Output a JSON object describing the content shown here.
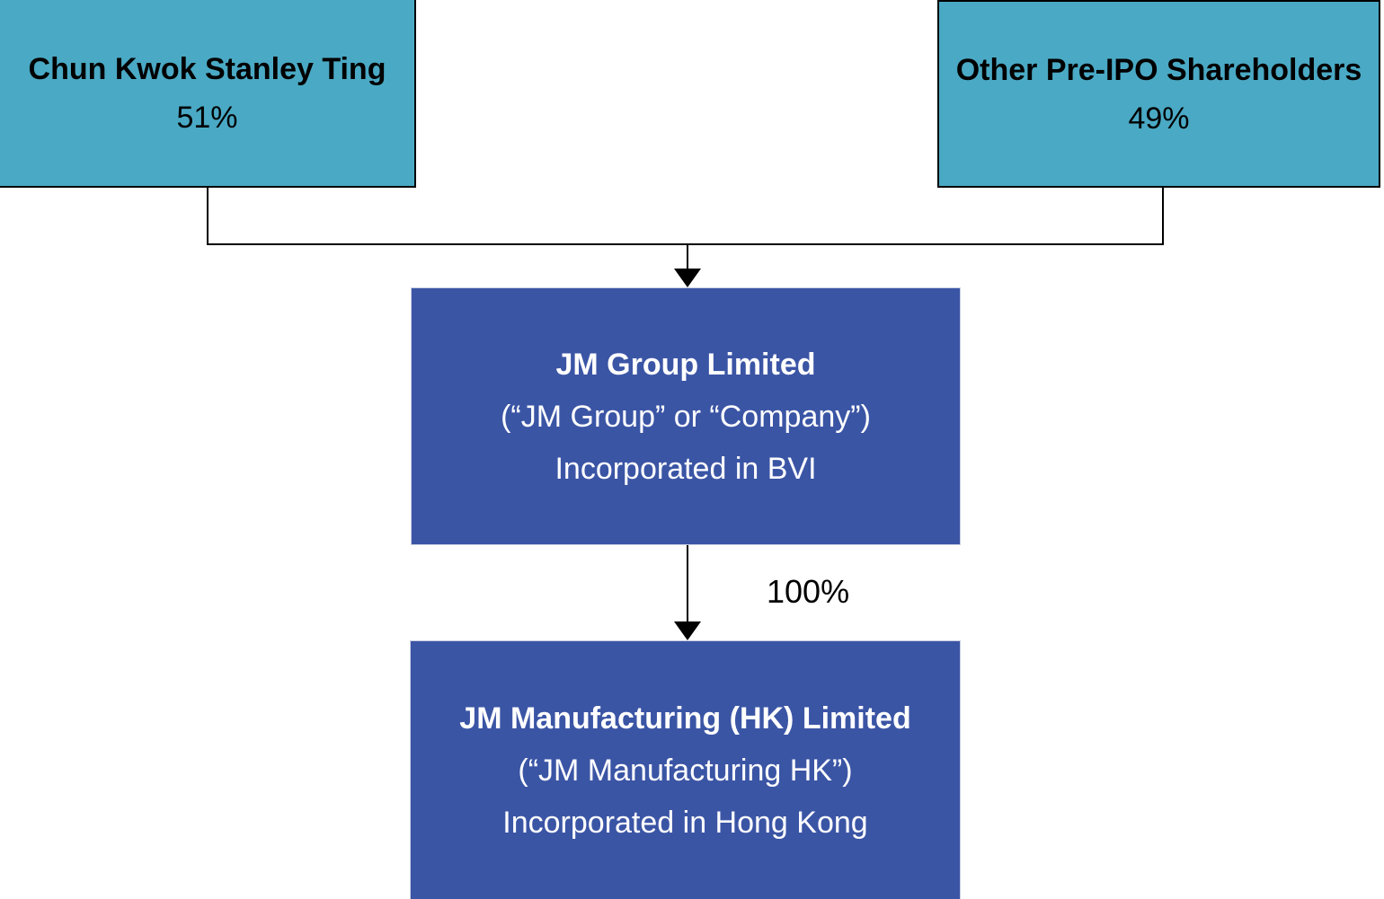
{
  "colors": {
    "shareholder_fill": "#4AA9C4",
    "company_fill": "#3B55A5",
    "line": "#000000",
    "shareholder_text": "#000000",
    "company_text": "#FFFFFF"
  },
  "nodes": {
    "ting": {
      "name": "Chun Kwok Stanley Ting",
      "share": "51%"
    },
    "other": {
      "name": "Other Pre-IPO Shareholders",
      "share": "49%"
    },
    "group": {
      "name": "JM Group Limited",
      "alias": "(“JM Group” or “Company”)",
      "incorporation": "Incorporated in BVI"
    },
    "mfg": {
      "name": "JM Manufacturing (HK) Limited",
      "alias": "(“JM Manufacturing HK”)",
      "incorporation": "Incorporated in Hong Kong"
    }
  },
  "edges": {
    "group_to_mfg_label": "100%"
  }
}
